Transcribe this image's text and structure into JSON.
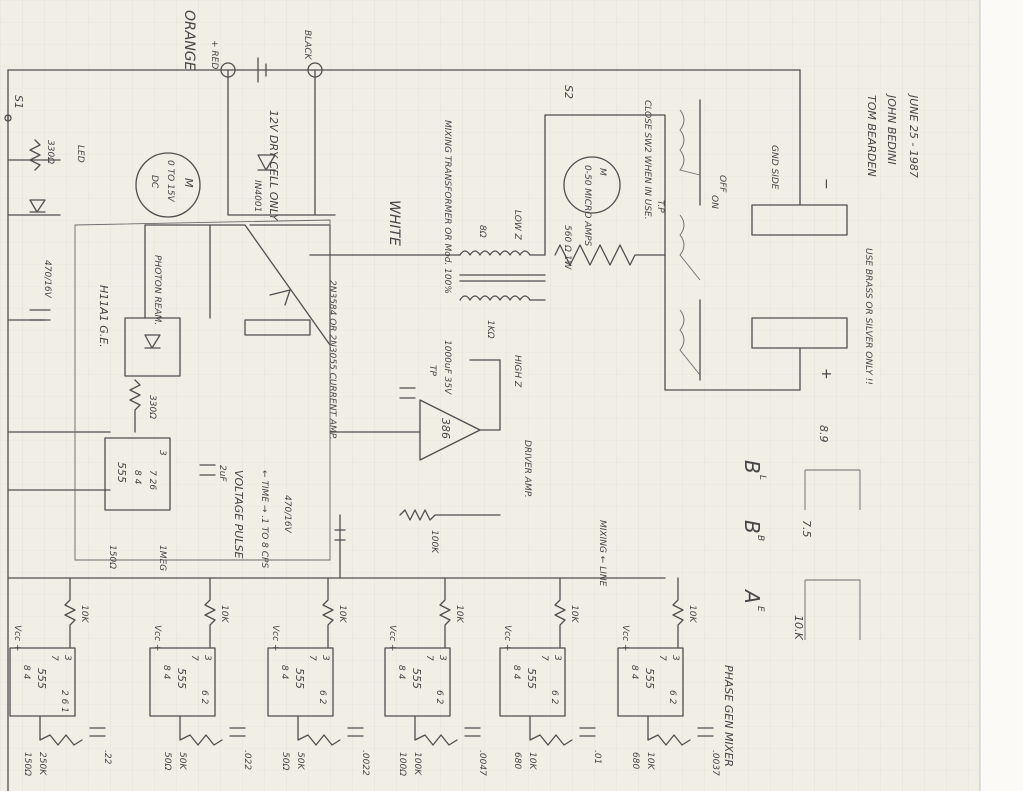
{
  "colors": {
    "paper": "#f1eee6",
    "grid": "#dcdbd5",
    "ink": "#4f4f4f",
    "edge": "#c9c6bd"
  },
  "labels": {
    "orange": "ORANGE",
    "red": "+ RED",
    "black": "BLACK",
    "battery": "12V DRY CELL ONLY",
    "diode": "IN4001",
    "s1": "S1",
    "r330": "330Ω",
    "led": "LED",
    "meter1_m": "M",
    "meter1_range": "0 TO 15V",
    "meter1_dc": "DC",
    "cap_470": "470/16V",
    "white": "WHITE",
    "transformer": "MIXING TRANSFORMER OR Mod. 100%",
    "eight_ohm": "8Ω",
    "low_z": "LOW Z",
    "s2": "S2",
    "close_sw2": "CLOSE SW2 WHEN IN USE.",
    "meter2_m": "M",
    "meter2_range": "0-50 MICRO AMPS",
    "r560": "560 Ω 1W",
    "tp": "T.P",
    "on": "ON",
    "off": "OFF",
    "gnd_side": "GND SIDE",
    "minus": "−",
    "plus": "+",
    "use_brass": "USE BRASS OR SILVER ONLY !!",
    "author1": "TOM BEARDEN",
    "author2": "JOHN BEDINI",
    "date": "JUNE 25 - 1987",
    "h11a1": "H11A1 G.E.",
    "photon": "PHOTON REAM.",
    "transistor": "2N3584 OR 2N3055 CURRENT AMP.",
    "cap_1000": "1000uF 35V",
    "tp2": "TP",
    "r1k": "1KΩ",
    "high_z": "HIGH Z",
    "r330b": "330Ω",
    "chip_555": "555",
    "pins_84": "8 4",
    "pins_7_26": "7 26",
    "pin_3": "3",
    "cap_2uf": "2uF",
    "voltage_pulse": "VOLTAGE PULSE",
    "time": "← TIME → .1 TO 8 CPS",
    "cap_470b": "470/16V",
    "r150": "150Ω",
    "r1meg": "1MEG",
    "amp_386": "386",
    "driver_amp": "DRIVER AMP.",
    "r100k": "100K",
    "mixing_line": "MIXING ← LINE",
    "ab_a": "A",
    "ab_e": "E",
    "ab_b": "B",
    "ab_bsub": "B",
    "ab_b2": "B",
    "ab_l": "L",
    "freq_10k": "10.K",
    "freq_7": "7.5",
    "freq_89": "8.9",
    "phase_gen": "PHASE GEN MIXER",
    "vcc": "Vcc +",
    "r10k": "10K",
    "pins_8_4": "8 4",
    "pins_7": "7",
    "pins_261": "2 6 1",
    "pins_62": "6 2",
    "res_vals": [
      "150Ω",
      "50Ω",
      "50Ω",
      "100Ω",
      "680",
      "680"
    ],
    "pot_vals": [
      "250K",
      "50K",
      "50K",
      "100K",
      "10K",
      "10K"
    ],
    "cap_vals": [
      ".22",
      ".022",
      ".0022",
      ".0047",
      ".01",
      ".0037"
    ]
  }
}
